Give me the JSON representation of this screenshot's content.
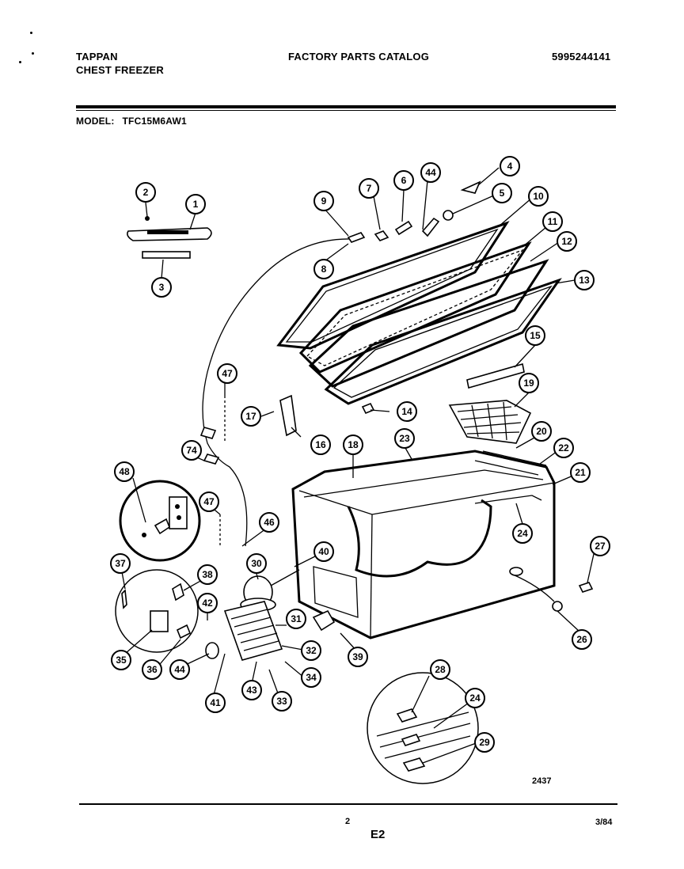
{
  "header": {
    "brand": "TAPPAN",
    "product": "CHEST FREEZER",
    "catalog_title": "FACTORY PARTS CATALOG",
    "catalog_number": "5995244141",
    "model_label": "MODEL:",
    "model_number": "TFC15M6AW1"
  },
  "callouts": [
    "1",
    "2",
    "3",
    "4",
    "5",
    "6",
    "7",
    "8",
    "9",
    "10",
    "11",
    "12",
    "13",
    "14",
    "15",
    "16",
    "17",
    "18",
    "19",
    "20",
    "21",
    "22",
    "23",
    "24",
    "24",
    "26",
    "27",
    "28",
    "29",
    "30",
    "31",
    "32",
    "33",
    "34",
    "35",
    "36",
    "37",
    "38",
    "39",
    "40",
    "41",
    "42",
    "43",
    "44",
    "44",
    "46",
    "47",
    "47",
    "48",
    "74"
  ],
  "footer": {
    "figure_number": "2437",
    "page_number": "2",
    "date": "3/84",
    "section_code": "E2"
  }
}
